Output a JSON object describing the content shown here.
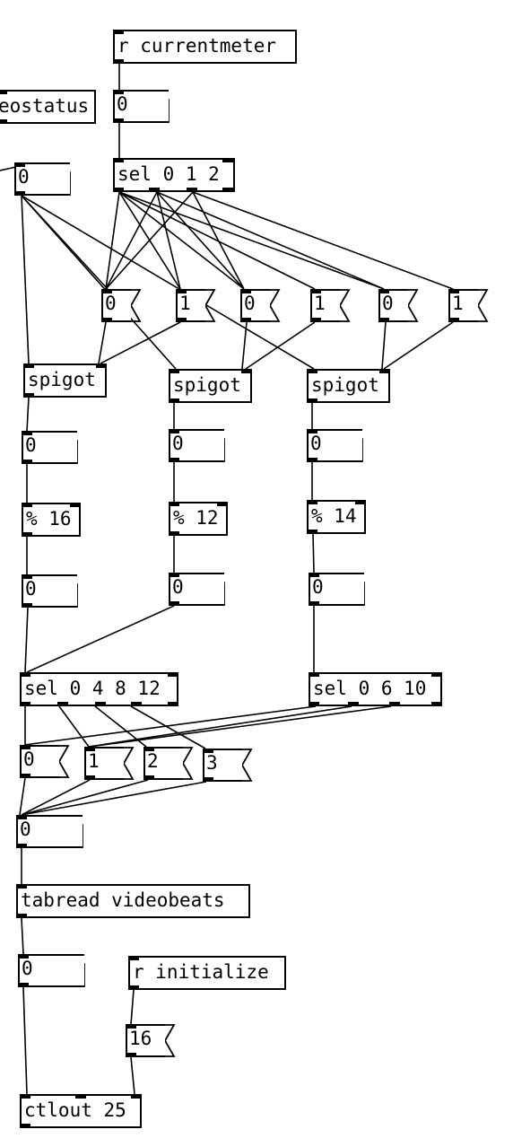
{
  "patch": {
    "objects": {
      "r_currentmeter": "r currentmeter",
      "videostatus": "eostatus",
      "sel_012": "sel 0 1 2",
      "spigot_a": "spigot",
      "spigot_b": "spigot",
      "spigot_c": "spigot",
      "mod16": "% 16",
      "mod12": "% 12",
      "mod14": "% 14",
      "sel_04812": "sel 0 4 8 12",
      "sel_0610": "sel 0 6 10",
      "tabread": "tabread videobeats",
      "r_initialize": "r initialize",
      "ctlout": "ctlout 25"
    },
    "numbers": {
      "n_meter": "0",
      "n_left": "0",
      "n_a1": "0",
      "n_b1": "0",
      "n_c1": "0",
      "n_a2": "0",
      "n_b2": "0",
      "n_c2": "0",
      "n_merge": "0",
      "n_tab": "0"
    },
    "messages": {
      "m_0a": "0",
      "m_1a": "1",
      "m_0b": "0",
      "m_1b": "1",
      "m_0c": "0",
      "m_1c": "1",
      "m_b0": "0",
      "m_b1": "1",
      "m_b2": "2",
      "m_b3": "3",
      "m_16": "16"
    }
  }
}
